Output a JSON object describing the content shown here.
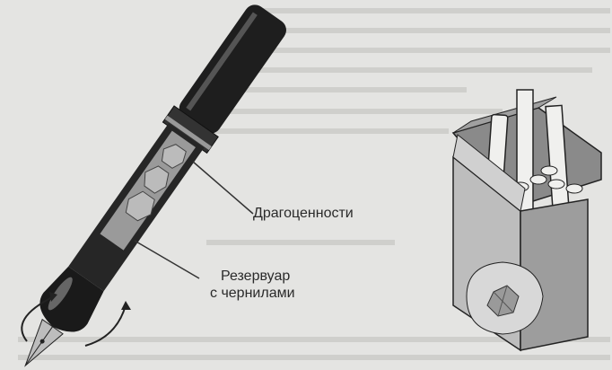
{
  "labels": {
    "jewels": "Драгоценности",
    "ink_reservoir_line1": "Резервуар",
    "ink_reservoir_line2": "с чернилами"
  },
  "colors": {
    "paper": "#e4e4e2",
    "ink": "#1e1e1e",
    "gray": "#8a8a8a"
  }
}
